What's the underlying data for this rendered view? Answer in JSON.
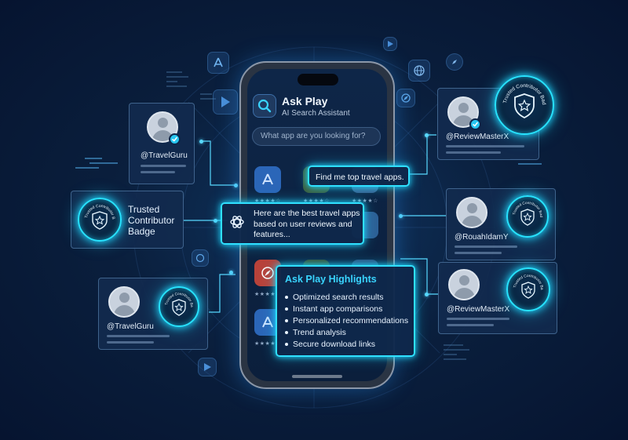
{
  "phone": {
    "app_title": "Ask Play",
    "app_subtitle": "AI Search Assistant",
    "search_placeholder": "What app are you looking for?",
    "rating_stars": "★★★★☆"
  },
  "chat": {
    "user_message": "Find me top travel apps.",
    "assistant_message": "Here are the best travel apps based on user reviews and features..."
  },
  "highlights": {
    "title": "Ask Play Highlights",
    "items": [
      "Optimized search results",
      "Instant app comparisons",
      "Personalized recommendations",
      "Trend analysis",
      "Secure download links"
    ]
  },
  "badge": {
    "ring_text": "Trusted Contributor Badge",
    "label": "Trusted Contributor Badge",
    "label_lines": [
      "Trusted",
      "Contributor",
      "Badge"
    ]
  },
  "profiles": [
    {
      "handle": "@TravelGuru"
    },
    {
      "handle": "@TravelGuru"
    },
    {
      "handle": "@ReviewMasterX"
    },
    {
      "handle": "@RouahIdamY"
    },
    {
      "handle": "@ReviewMasterX"
    }
  ],
  "colors": {
    "accent": "#2fe0ff",
    "background": "#0a1f3d",
    "verify": "#27c6f0"
  },
  "icons": [
    "search-icon",
    "chatgpt-icon",
    "shield-star-icon",
    "verified-check-icon",
    "app-store-icon",
    "play-store-icon",
    "compass-icon",
    "globe-icon"
  ]
}
